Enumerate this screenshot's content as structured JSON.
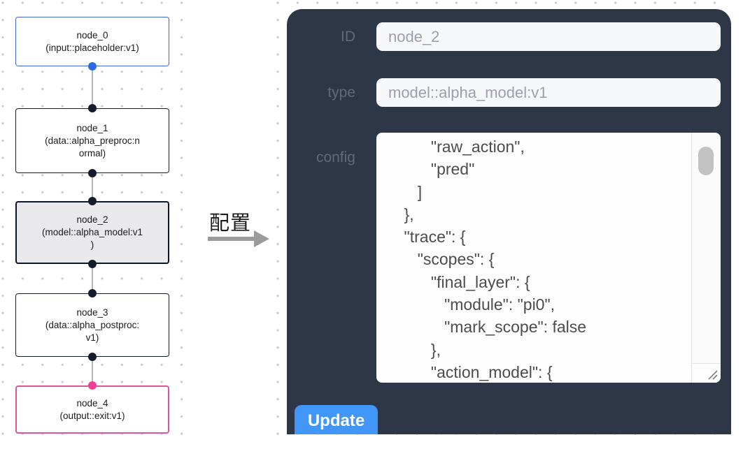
{
  "flow": {
    "nodes": [
      {
        "id": "node_0",
        "label": "node_0",
        "subtitle_lines": [
          "(input::placeholder:v1)"
        ],
        "border_color": "#4467cb",
        "selected": false
      },
      {
        "id": "node_1",
        "label": "node_1",
        "subtitle_lines": [
          "(data::alpha_preproc:n",
          "ormal)"
        ],
        "border_color": "#141b2d",
        "selected": false
      },
      {
        "id": "node_2",
        "label": "node_2",
        "subtitle_lines": [
          "(model::alpha_model:v1",
          ")"
        ],
        "border_color": "#10162a",
        "selected": true
      },
      {
        "id": "node_3",
        "label": "node_3",
        "subtitle_lines": [
          "(data::alpha_postproc:",
          "v1)"
        ],
        "border_color": "#141b2d",
        "selected": false
      },
      {
        "id": "node_4",
        "label": "node_4",
        "subtitle_lines": [
          "(output::exit:v1)"
        ],
        "border_color": "#df549c",
        "selected": false
      }
    ],
    "handle_colors": {
      "source_node_0": "#2b6be4",
      "default": "#141b2d",
      "target_node_4": "#ef3e98"
    },
    "edge_color": "#b4b4ba"
  },
  "transition": {
    "label": "配置",
    "arrow_color": "#9b9b9b"
  },
  "panel": {
    "bg_color": "#2d3748",
    "id_label": "ID",
    "id_value": "node_2",
    "type_label": "type",
    "type_value": "model::alpha_model:v1",
    "config_label": "config",
    "config_lines": [
      "          \"raw_action\",",
      "          \"pred\"",
      "       ]",
      "    },",
      "    \"trace\": {",
      "       \"scopes\": {",
      "          \"final_layer\": {",
      "             \"module\": \"pi0\",",
      "             \"mark_scope\": false",
      "          },",
      "          \"action_model\": {"
    ],
    "update_label": "Update",
    "accent_color": "#4196f7"
  }
}
